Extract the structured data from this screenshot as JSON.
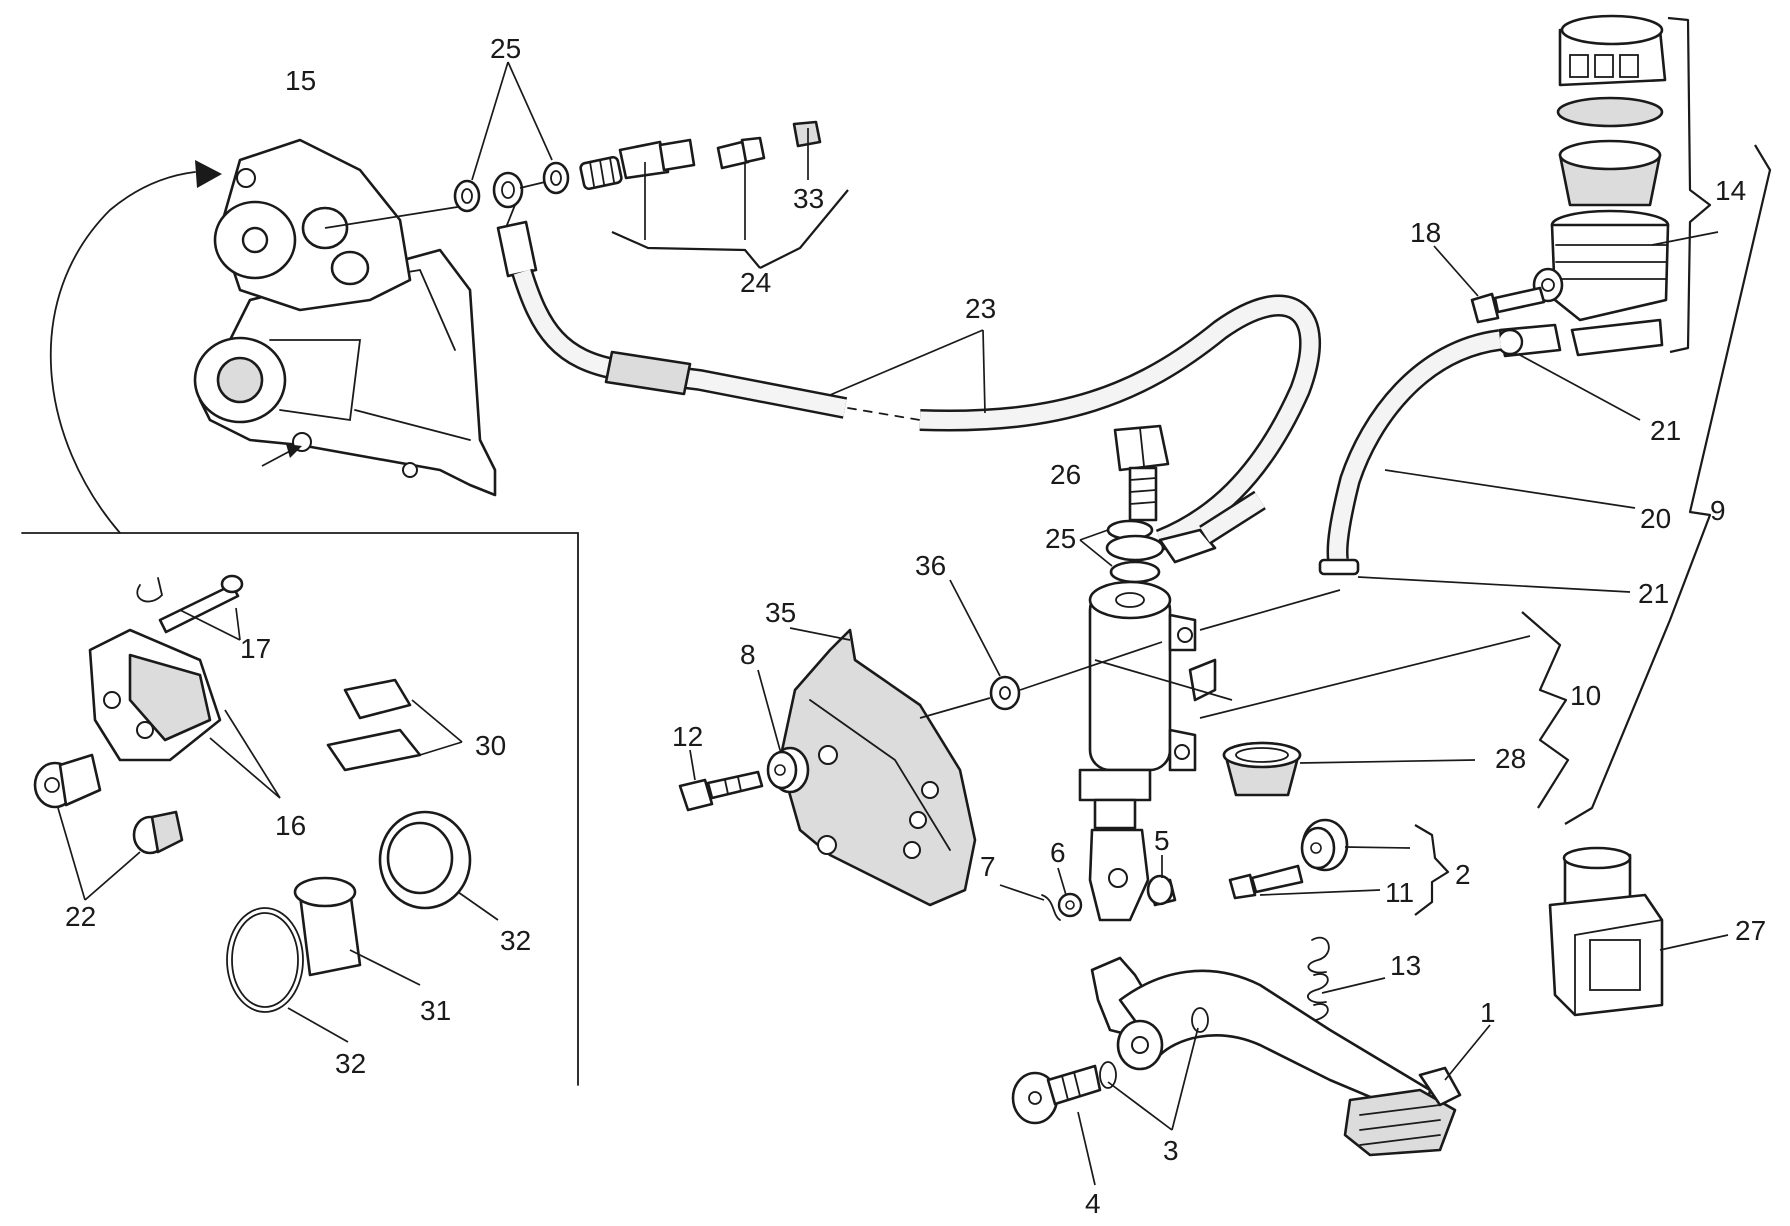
{
  "callouts": [
    {
      "id": "1",
      "text": "1"
    },
    {
      "id": "2",
      "text": "2"
    },
    {
      "id": "3",
      "text": "3"
    },
    {
      "id": "4",
      "text": "4"
    },
    {
      "id": "5",
      "text": "5"
    },
    {
      "id": "6",
      "text": "6"
    },
    {
      "id": "7",
      "text": "7"
    },
    {
      "id": "8",
      "text": "8"
    },
    {
      "id": "9",
      "text": "9"
    },
    {
      "id": "10",
      "text": "10"
    },
    {
      "id": "11",
      "text": "11"
    },
    {
      "id": "12",
      "text": "12"
    },
    {
      "id": "13",
      "text": "13"
    },
    {
      "id": "14",
      "text": "14"
    },
    {
      "id": "15",
      "text": "15"
    },
    {
      "id": "16",
      "text": "16"
    },
    {
      "id": "17",
      "text": "17"
    },
    {
      "id": "18",
      "text": "18"
    },
    {
      "id": "20",
      "text": "20"
    },
    {
      "id": "21a",
      "text": "21"
    },
    {
      "id": "21b",
      "text": "21"
    },
    {
      "id": "22",
      "text": "22"
    },
    {
      "id": "23",
      "text": "23"
    },
    {
      "id": "24",
      "text": "24"
    },
    {
      "id": "25a",
      "text": "25"
    },
    {
      "id": "25b",
      "text": "25"
    },
    {
      "id": "26",
      "text": "26"
    },
    {
      "id": "27",
      "text": "27"
    },
    {
      "id": "28",
      "text": "28"
    },
    {
      "id": "30",
      "text": "30"
    },
    {
      "id": "31",
      "text": "31"
    },
    {
      "id": "32a",
      "text": "32"
    },
    {
      "id": "32b",
      "text": "32"
    },
    {
      "id": "33",
      "text": "33"
    },
    {
      "id": "35",
      "text": "35"
    },
    {
      "id": "36",
      "text": "36"
    }
  ]
}
